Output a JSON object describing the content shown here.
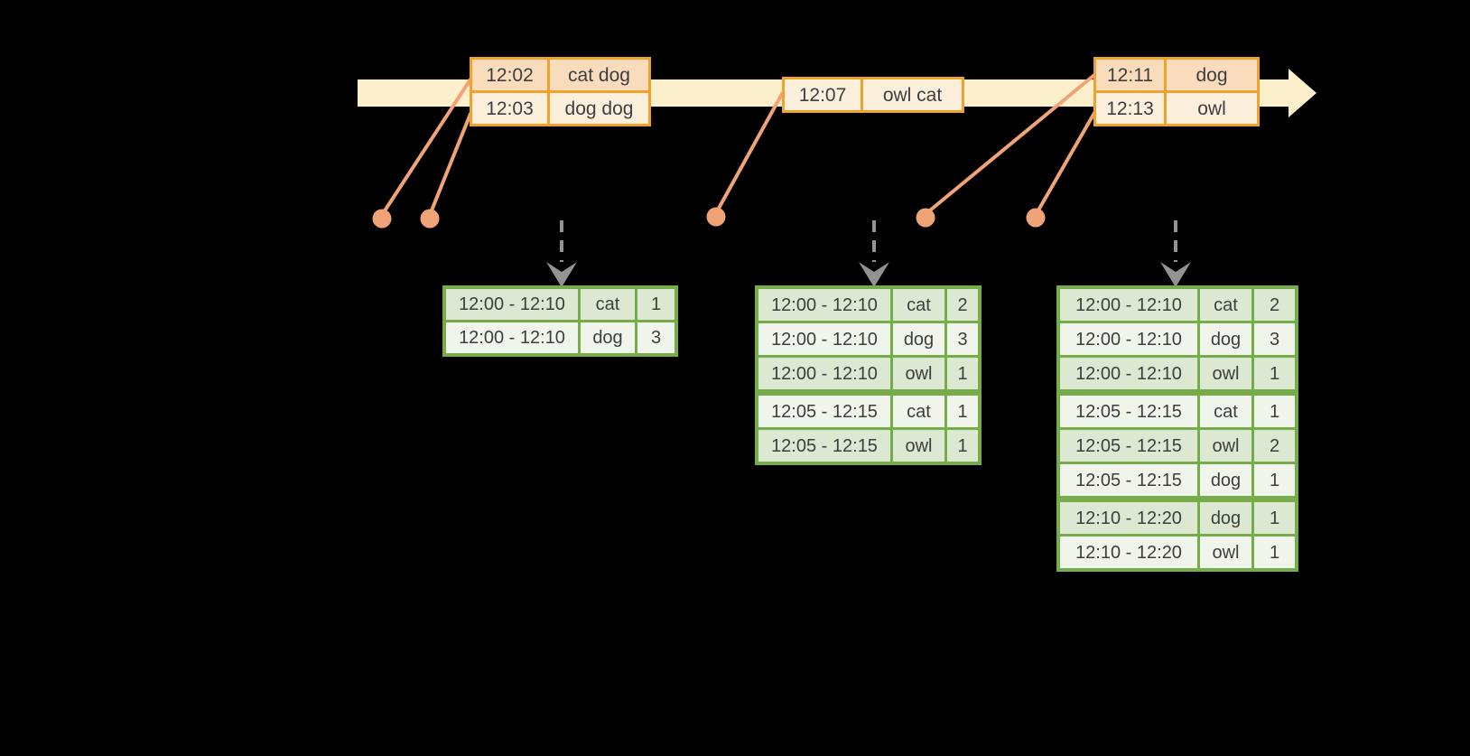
{
  "diagram_title": "windowed-streaming-aggregation",
  "colors": {
    "background": "#000000",
    "timeline_fill": "#FCEFCB",
    "event_border": "#EFA32C",
    "event_row_dark": "#F9DCBC",
    "event_row_light": "#FCEFDC",
    "connector": "#F0A377",
    "result_border": "#76AC49",
    "result_row_dark": "#DCE8D2",
    "result_row_light": "#F0F5EC",
    "arrow_gray": "#939393",
    "text": "#3E3E3E"
  },
  "timeline": {
    "event_tables": [
      {
        "rows": [
          [
            "12:02",
            "cat dog"
          ],
          [
            "12:03",
            "dog dog"
          ]
        ]
      },
      {
        "rows": [
          [
            "12:07",
            "owl cat"
          ]
        ]
      },
      {
        "rows": [
          [
            "12:11",
            "dog"
          ],
          [
            "12:13",
            "owl"
          ]
        ]
      }
    ]
  },
  "result_tables": [
    {
      "rows": [
        [
          "12:00 - 12:10",
          "cat",
          "1"
        ],
        [
          "12:00 - 12:10",
          "dog",
          "3"
        ]
      ],
      "group_breaks": []
    },
    {
      "rows": [
        [
          "12:00 - 12:10",
          "cat",
          "2"
        ],
        [
          "12:00 - 12:10",
          "dog",
          "3"
        ],
        [
          "12:00 - 12:10",
          "owl",
          "1"
        ],
        [
          "12:05 - 12:15",
          "cat",
          "1"
        ],
        [
          "12:05 - 12:15",
          "owl",
          "1"
        ]
      ],
      "group_breaks": [
        3
      ]
    },
    {
      "rows": [
        [
          "12:00 - 12:10",
          "cat",
          "2"
        ],
        [
          "12:00 - 12:10",
          "dog",
          "3"
        ],
        [
          "12:00 - 12:10",
          "owl",
          "1"
        ],
        [
          "12:05 - 12:15",
          "cat",
          "1"
        ],
        [
          "12:05 - 12:15",
          "owl",
          "2"
        ],
        [
          "12:05 - 12:15",
          "dog",
          "1"
        ],
        [
          "12:10 - 12:20",
          "dog",
          "1"
        ],
        [
          "12:10 - 12:20",
          "owl",
          "1"
        ]
      ],
      "group_breaks": [
        3,
        6
      ]
    }
  ]
}
